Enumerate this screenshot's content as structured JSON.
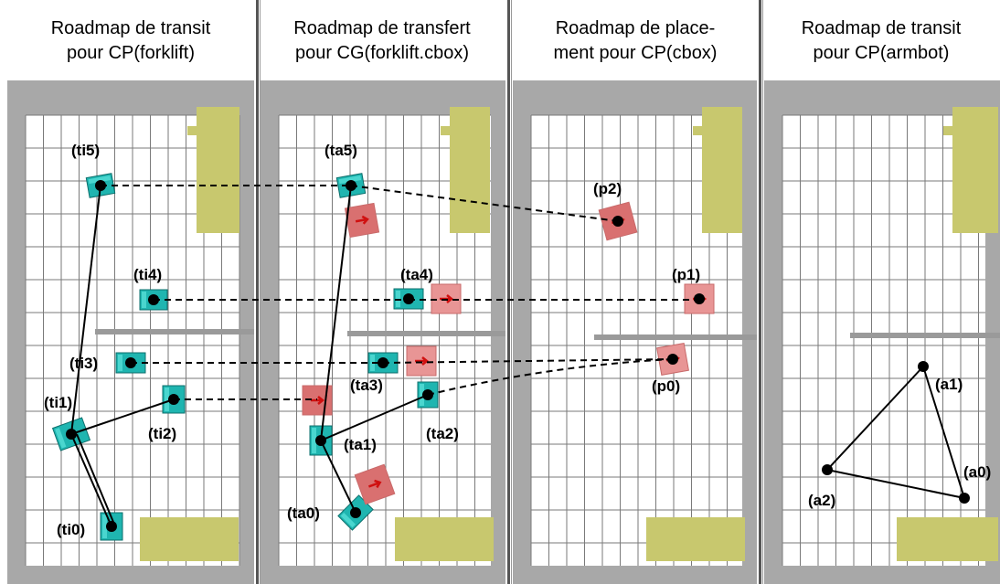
{
  "panels": [
    {
      "title_line1": "Roadmap de transit",
      "title_line2": "pour CP(forklift)",
      "nodes": [
        {
          "id": "ti0",
          "label": "(ti0)"
        },
        {
          "id": "ti1",
          "label": "(ti1)"
        },
        {
          "id": "ti2",
          "label": "(ti2)"
        },
        {
          "id": "ti3",
          "label": "(ti3)"
        },
        {
          "id": "ti4",
          "label": "(ti4)"
        },
        {
          "id": "ti5",
          "label": "(ti5)"
        }
      ]
    },
    {
      "title_line1": "Roadmap de transfert",
      "title_line2": "pour CG(forklift.cbox)",
      "nodes": [
        {
          "id": "ta0",
          "label": "(ta0)"
        },
        {
          "id": "ta1",
          "label": "(ta1)"
        },
        {
          "id": "ta2",
          "label": "(ta2)"
        },
        {
          "id": "ta3",
          "label": "(ta3)"
        },
        {
          "id": "ta4",
          "label": "(ta4)"
        },
        {
          "id": "ta5",
          "label": "(ta5)"
        }
      ]
    },
    {
      "title_line1": "Roadmap de place-",
      "title_line2": "ment pour CP(cbox)",
      "nodes": [
        {
          "id": "p0",
          "label": "(p0)"
        },
        {
          "id": "p1",
          "label": "(p1)"
        },
        {
          "id": "p2",
          "label": "(p2)"
        }
      ]
    },
    {
      "title_line1": "Roadmap de transit",
      "title_line2": "pour CP(armbot)",
      "nodes": [
        {
          "id": "a0",
          "label": "(a0)"
        },
        {
          "id": "a1",
          "label": "(a1)"
        },
        {
          "id": "a2",
          "label": "(a2)"
        }
      ]
    }
  ],
  "colors": {
    "background": "#ffffff",
    "wall": "#a8a8a8",
    "grid": "#7a7a7a",
    "table": "#c8c86e",
    "robot": "#1fb5b0",
    "box": "#e89595",
    "node": "#000000",
    "separator": "#555555"
  }
}
